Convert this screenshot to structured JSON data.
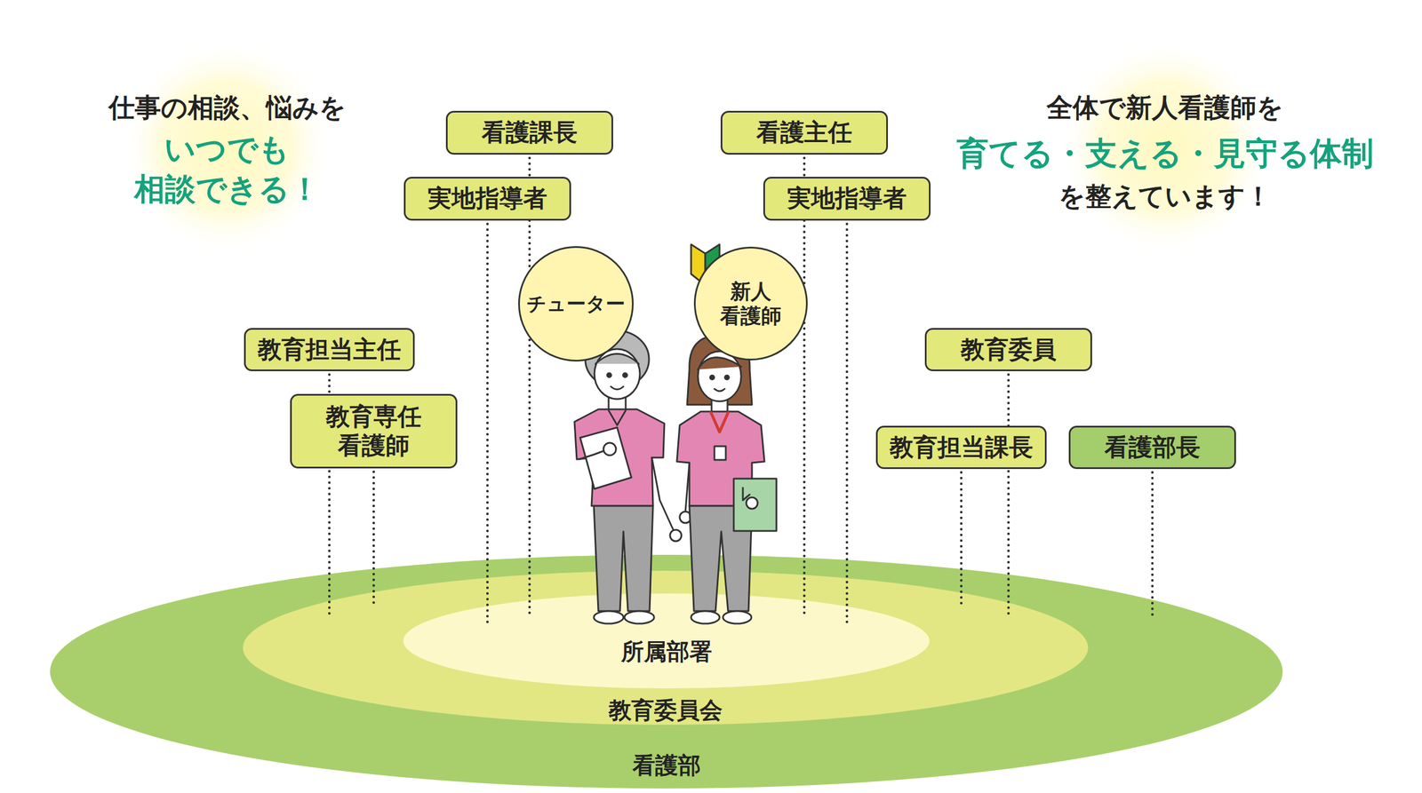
{
  "diagram": {
    "nodes": [
      {
        "text": [
          "看護部"
        ]
      },
      {
        "text": [
          "教育委員会"
        ],
        "in": 0
      },
      {
        "text": [
          "所属部署"
        ],
        "in": 1
      },
      {
        "text": [
          "看護課長"
        ]
      },
      {
        "text": [
          "看護主任"
        ]
      },
      {
        "text": [
          "実地指導者"
        ]
      },
      {
        "text": [
          "実地指導者"
        ]
      },
      {
        "text": [
          "チューター"
        ]
      },
      {
        "text": [
          "新人 看護師"
        ]
      },
      {
        "text": [
          "教育担当主任"
        ]
      },
      {
        "text": [
          "教育委員"
        ]
      },
      {
        "text": [
          "教育専任 看護師"
        ]
      },
      {
        "text": [
          "教育担当課長"
        ]
      },
      {
        "text": [
          "看護部長"
        ]
      }
    ],
    "edges": [
      {
        "from": 3,
        "to": 2,
        "arrow": "none"
      },
      {
        "from": 5,
        "to": 2,
        "arrow": "none"
      },
      {
        "from": 4,
        "to": 2,
        "arrow": "none"
      },
      {
        "from": 6,
        "to": 2,
        "arrow": "none"
      },
      {
        "from": 9,
        "to": 1,
        "arrow": "none"
      },
      {
        "from": 11,
        "to": 1,
        "arrow": "none"
      },
      {
        "from": 10,
        "to": 1,
        "arrow": "none"
      },
      {
        "from": 12,
        "to": 1,
        "arrow": "none"
      },
      {
        "from": 13,
        "to": 0,
        "arrow": "none"
      }
    ],
    "labels": [
      "仕事の相談、悩みを",
      "いつでも 相談できる！",
      "全体で新人看護師を",
      "育てる・支える・見守る体制",
      "を整えています！"
    ]
  }
}
